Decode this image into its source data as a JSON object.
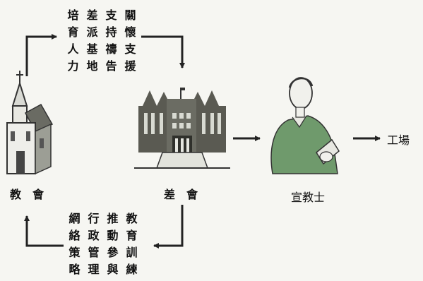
{
  "top_text": {
    "columns": [
      "培育人力",
      "差派基地",
      "支持禱告",
      "關懷支援"
    ]
  },
  "bottom_text": {
    "columns": [
      "網絡策略",
      "行政管理",
      "推動參與",
      "教育訓練"
    ]
  },
  "nodes": {
    "church": "教　會",
    "mission_agency": "差　會",
    "missionary": "宣教士",
    "workplace": "工場"
  },
  "colors": {
    "arrow": "#222222",
    "building_dark": "#5a5a52",
    "building_light": "#b9bdb3",
    "person_green": "#6f9a6c"
  }
}
